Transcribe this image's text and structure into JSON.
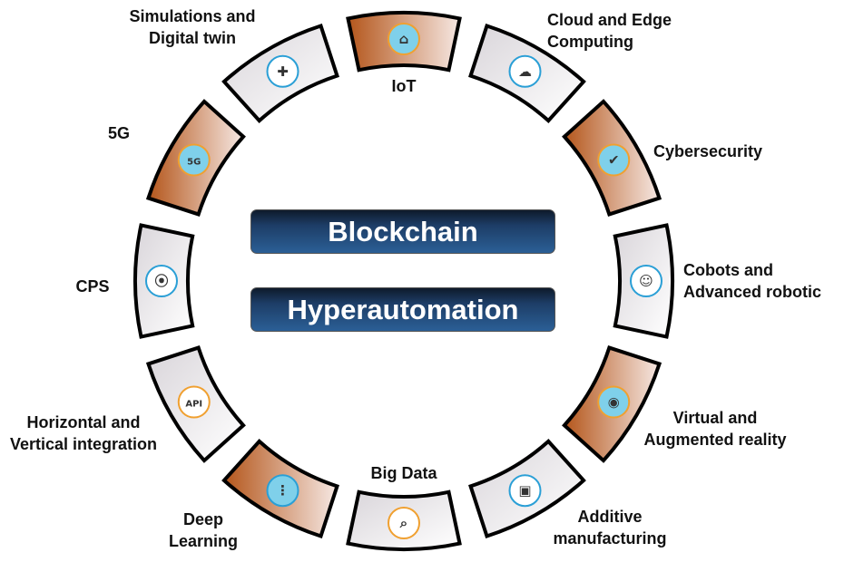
{
  "center": {
    "primary": "Blockchain",
    "secondary": "Hyperautomation"
  },
  "colors": {
    "brown_dark": "#b4561b",
    "brown_light": "#f6e8e3",
    "grey_dark": "#d9d5da",
    "grey_light": "#ffffff",
    "box_blue": "#2b5f96",
    "icon_blue": "#2a9fd6",
    "icon_orange": "#f0a030"
  },
  "segments": [
    {
      "id": "iot",
      "style": "brown",
      "icon": "smart-home-icon",
      "lines": [
        "IoT"
      ]
    },
    {
      "id": "cloud",
      "style": "grey",
      "icon": "cloud-computing-icon",
      "lines": [
        "Cloud and Edge",
        "Computing"
      ]
    },
    {
      "id": "cyber",
      "style": "brown",
      "icon": "shield-icon",
      "lines": [
        "Cybersecurity"
      ]
    },
    {
      "id": "cobots",
      "style": "grey",
      "icon": "robot-icon",
      "lines": [
        "Cobots and",
        "Advanced robotic"
      ]
    },
    {
      "id": "vr",
      "style": "brown",
      "icon": "vr-headset-icon",
      "lines": [
        "Virtual and",
        "Augmented reality"
      ]
    },
    {
      "id": "additive",
      "style": "grey",
      "icon": "3d-printer-icon",
      "lines": [
        "Additive",
        "manufacturing"
      ]
    },
    {
      "id": "bigdata",
      "style": "grey",
      "icon": "data-search-icon",
      "lines": [
        "Big Data"
      ]
    },
    {
      "id": "deep",
      "style": "brown",
      "icon": "neural-network-icon",
      "lines": [
        "Deep",
        "Learning"
      ]
    },
    {
      "id": "horizontal",
      "style": "grey",
      "icon": "api-laptop-icon",
      "lines": [
        "Horizontal and",
        "Vertical integration"
      ]
    },
    {
      "id": "cps",
      "style": "grey",
      "icon": "smart-socket-icon",
      "lines": [
        "CPS"
      ]
    },
    {
      "id": "5g",
      "style": "brown",
      "icon": "5g-globe-icon",
      "lines": [
        "5G"
      ]
    },
    {
      "id": "sim",
      "style": "grey",
      "icon": "digital-twin-icon",
      "lines": [
        "Simulations and",
        "Digital twin"
      ]
    }
  ]
}
